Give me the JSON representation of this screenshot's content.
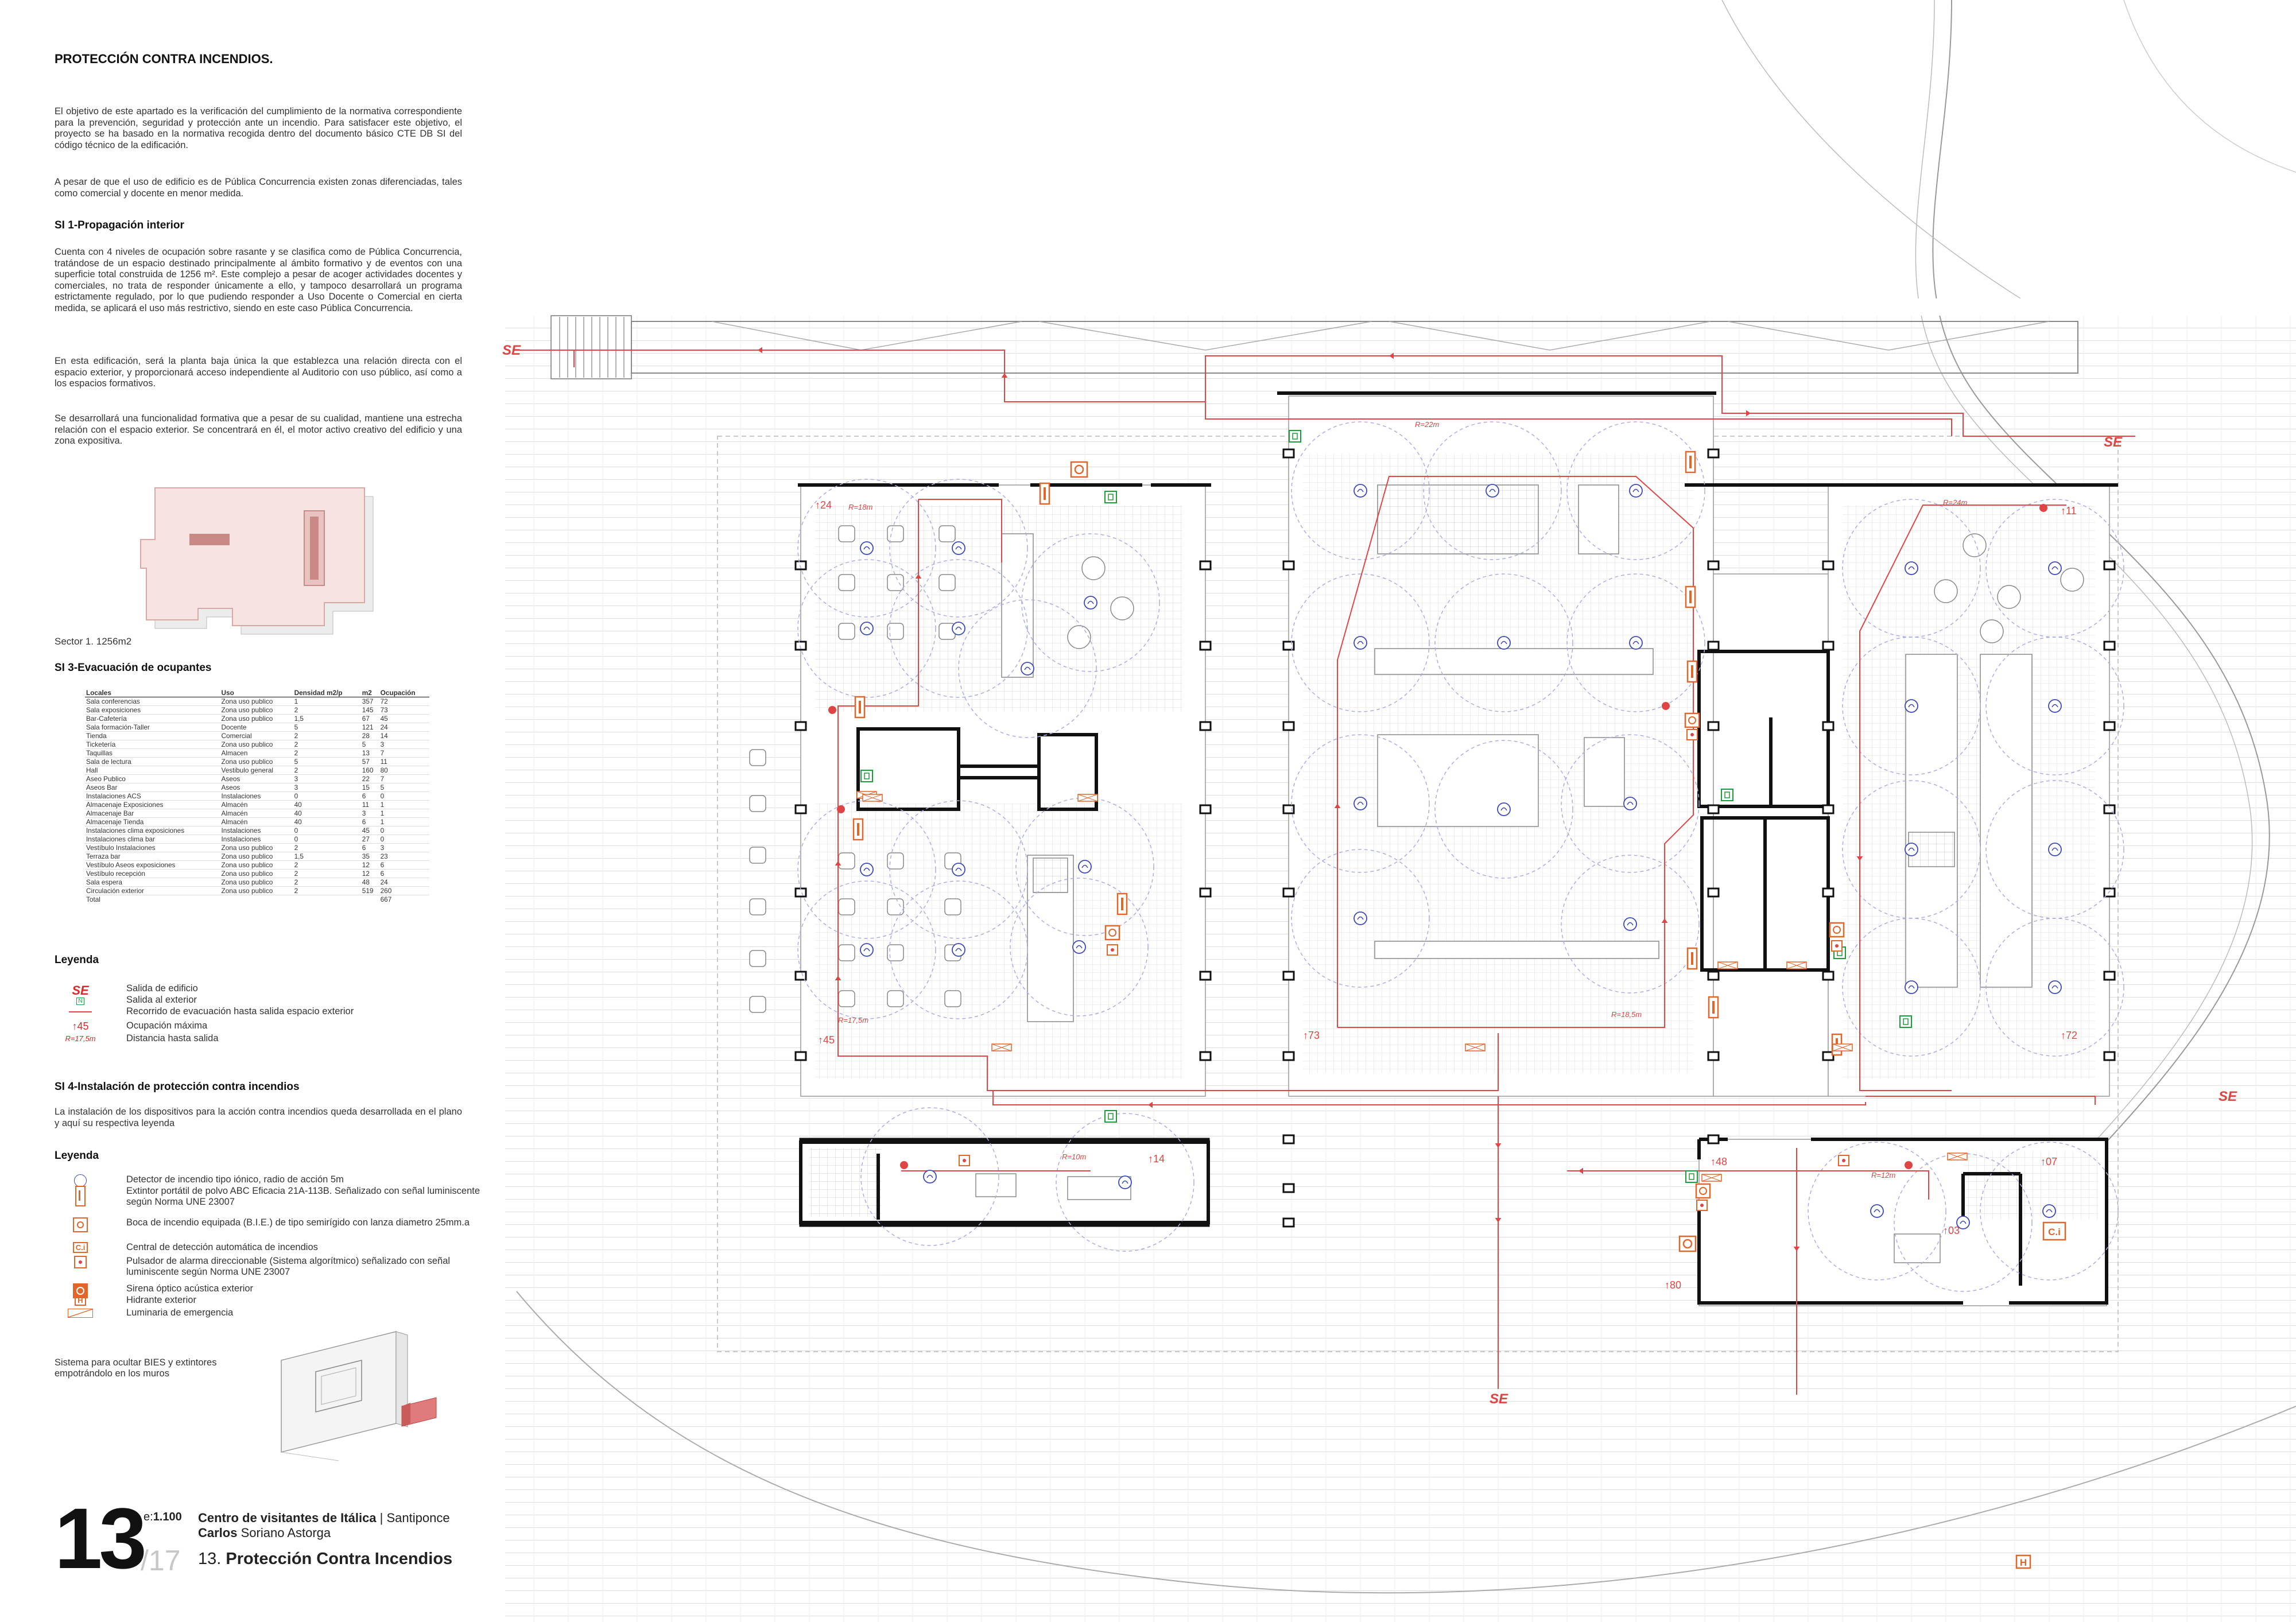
{
  "page": {
    "title": "PROTECCIÓN CONTRA INCENDIOS.",
    "intro_1": "El objetivo de este apartado es la verificación del cumplimiento de la normativa correspondiente para la prevención, seguridad y protección ante un incendio. Para satisfacer este objetivo, el proyecto se ha basado en la normativa recogida dentro del documento básico CTE DB SI del código técnico de la edificación.",
    "intro_2": "A pesar de que el uso de edificio es de Pública Concurrencia existen zonas diferenciadas, tales como comercial y docente en menor medida."
  },
  "si1": {
    "heading": "SI 1-Propagación interior",
    "p1": "Cuenta con 4 niveles de ocupación sobre rasante y se clasifica como de Pública Concurrencia, tratándose de un espacio destinado principalmente al ámbito formativo y de eventos con una superficie total construida de 1256 m². Este complejo a pesar de acoger actividades docentes y comerciales, no trata de responder únicamente a ello, y tampoco desarrollará un programa estrictamente regulado, por lo que pudiendo responder a Uso Docente o Comercial en cierta medida, se aplicará el uso más restrictivo, siendo en este caso Pública Concurrencia.",
    "p2": "En esta  edificación, será la planta baja única la que establezca una relación directa con el espacio exterior, y proporcionará acceso independiente al Auditorio con uso público, así como a los espacios formativos.",
    "p3": "Se desarrollará una funcionalidad formativa que a pesar de su cualidad, mantiene una estrecha relación con el espacio exterior. Se concentrará en él, el motor activo creativo del edificio y una zona expositiva.",
    "sector_caption": "Sector 1. 1256m2"
  },
  "si3": {
    "heading": "SI 3-Evacuación de ocupantes",
    "columns": [
      "Locales",
      "Uso",
      "Densidad m2/p",
      "m2",
      "Ocupación"
    ],
    "rows": [
      [
        "Sala conferencias",
        "Zona uso publico",
        "1",
        "357",
        "72"
      ],
      [
        "Sala exposiciones",
        "Zona uso publico",
        "2",
        "145",
        "73"
      ],
      [
        "Bar-Cafetería",
        "Zona uso publico",
        "1,5",
        "67",
        "45"
      ],
      [
        "Sala formación-Taller",
        "Docente",
        "5",
        "121",
        "24"
      ],
      [
        "Tienda",
        "Comercial",
        "2",
        "28",
        "14"
      ],
      [
        "Ticketería",
        "Zona uso publico",
        "2",
        "5",
        "3"
      ],
      [
        "Taquillas",
        "Almacen",
        "2",
        "13",
        "7"
      ],
      [
        "Sala de lectura",
        "Zona uso publico",
        "5",
        "57",
        "11"
      ],
      [
        "Hall",
        "Vestibulo general",
        "2",
        "160",
        "80"
      ],
      [
        "Aseo Publico",
        "Aseos",
        "3",
        "22",
        "7"
      ],
      [
        "Aseos Bar",
        "Aseos",
        "3",
        "15",
        "5"
      ],
      [
        "Instalaciones ACS",
        "Instalaciones",
        "0",
        "6",
        "0"
      ],
      [
        "Almacenaje Exposiciones",
        "Almacén",
        "40",
        "11",
        "1"
      ],
      [
        "Almacenaje Bar",
        "Almacén",
        "40",
        "3",
        "1"
      ],
      [
        "Almacenaje Tienda",
        "Almacén",
        "40",
        "6",
        "1"
      ],
      [
        "Instalaciones clima exposiciones",
        "Instalaciones",
        "0",
        "45",
        "0"
      ],
      [
        "Instalaciones clima bar",
        "Instalaciones",
        "0",
        "27",
        "0"
      ],
      [
        "Vestíbulo Instalaciones",
        "Zona uso publico",
        "2",
        "6",
        "3"
      ],
      [
        "Terraza bar",
        "Zona uso publico",
        "1,5",
        "35",
        "23"
      ],
      [
        "Vestíbulo Aseos exposiciones",
        "Zona uso publico",
        "2",
        "12",
        "6"
      ],
      [
        "Vestíbulo recepción",
        "Zona uso publico",
        "2",
        "12",
        "6"
      ],
      [
        "Sala espera",
        "Zona uso publico",
        "2",
        "48",
        "24"
      ],
      [
        "Circulación exterior",
        "Zona uso publico",
        "2",
        "519",
        "260"
      ],
      [
        "Total",
        "",
        "",
        "",
        "667"
      ]
    ]
  },
  "legend1": {
    "heading": "Leyenda",
    "items": [
      {
        "symbol": "SE",
        "text": "Salida de edificio"
      },
      {
        "symbol": "N",
        "text": "Salida al exterior"
      },
      {
        "symbol": "",
        "text": "Recorrido de evacuación hasta salida espacio exterior"
      },
      {
        "symbol": "45",
        "text": "Ocupación máxima"
      },
      {
        "symbol": "R=17,5m",
        "text": "Distancia hasta salida"
      }
    ]
  },
  "si4": {
    "heading": "SI 4-Instalación de protección contra incendios",
    "p1": "La instalación de los dispositivos para la acción contra incendios queda desarrollada en el plano y aquí su respectiva leyenda"
  },
  "legend2": {
    "heading": "Leyenda",
    "items": [
      {
        "symbol": "detector-icon",
        "text": "Detector de incendio tipo iónico, radio de acción 5m"
      },
      {
        "symbol": "extintor-icon",
        "text": "Extintor portátil de polvo ABC Eficacia 21A-113B. Señalizado con señal luminiscente según Norma UNE 23007"
      },
      {
        "symbol": "bie-icon",
        "text": "Boca de incendio equipada (B.I.E.) de tipo semirígido con lanza diametro 25mm.a"
      },
      {
        "symbol": "C.i",
        "text": "Central de detección automática de incendios"
      },
      {
        "symbol": "pulsador-icon",
        "text": "Pulsador de alarma direccionable (Sistema algorítmico) señalizado con señal luminiscente según Norma UNE 23007"
      },
      {
        "symbol": "sirena-icon",
        "text": "Sirena óptico acústica exterior"
      },
      {
        "symbol": "H",
        "text": "Hidrante exterior"
      },
      {
        "symbol": "luminaria-icon",
        "text": "Luminaria de emergencia"
      }
    ]
  },
  "bies_note": "Sistema para ocultar BIES y extintores empotrándolo en los muros",
  "footer": {
    "number": "13",
    "total": "/17",
    "scale_prefix": "e:",
    "scale": "1.100",
    "project_bold": "Centro de visitantes de Itálica",
    "project_place": " | Santiponce",
    "author_first": "Carlos",
    "author_last": " Soriano Astorga",
    "sheet_prefix": "13. ",
    "sheet_title": "Protección Contra Incendios"
  },
  "plan": {
    "se_label": "SE",
    "distances": [
      "R=22m",
      "R=18m",
      "R=24m",
      "R=17,5m",
      "R=18,5m",
      "R=10m",
      "R=12m"
    ],
    "occupancies": [
      "24",
      "11",
      "45",
      "73",
      "72",
      "14",
      "48",
      "07",
      "03",
      "80"
    ],
    "ci_label": "C.i",
    "h_label": "H",
    "colors": {
      "evac": "#e04545",
      "device": "#e0662a",
      "detector": "#3b47b8",
      "exit": "#1a9e3a",
      "wall": "#111111",
      "hatch": "#d2d2d2"
    }
  }
}
